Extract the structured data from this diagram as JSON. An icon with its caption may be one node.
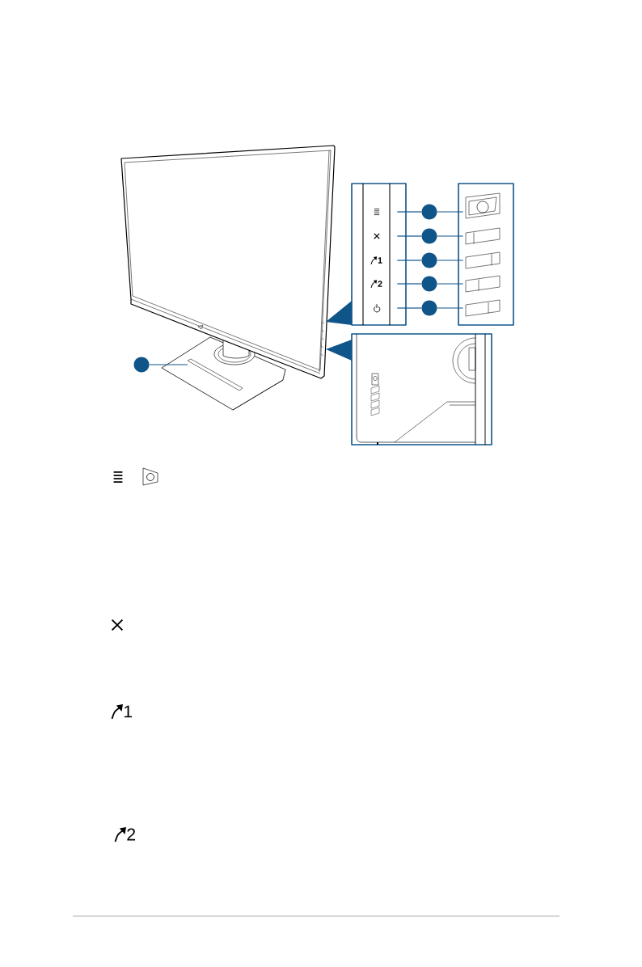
{
  "diagram": {
    "nodes": [
      {
        "text": [],
        "shape": "icon"
      },
      {
        "text": [],
        "shape": "icon"
      },
      {
        "text": [
          "1"
        ]
      },
      {
        "text": [
          "2"
        ]
      },
      {
        "text": [],
        "shape": "icon"
      },
      {
        "text": [],
        "shape": "circle"
      },
      {
        "text": [],
        "shape": "circle"
      },
      {
        "text": [],
        "shape": "circle"
      },
      {
        "text": [],
        "shape": "circle"
      },
      {
        "text": [],
        "shape": "circle"
      },
      {
        "text": [],
        "shape": "picture"
      },
      {
        "text": [],
        "shape": "picture"
      },
      {
        "text": [],
        "shape": "picture"
      },
      {
        "text": [],
        "shape": "picture"
      },
      {
        "text": [],
        "shape": "picture"
      },
      {
        "text": [],
        "shape": "circle"
      }
    ],
    "edges": [
      {
        "from": 0,
        "to": 5,
        "arrow": "none"
      },
      {
        "from": 5,
        "to": 10,
        "arrow": "none"
      },
      {
        "from": 1,
        "to": 6,
        "arrow": "none"
      },
      {
        "from": 6,
        "to": 11,
        "arrow": "none"
      },
      {
        "from": 2,
        "to": 7,
        "arrow": "none"
      },
      {
        "from": 7,
        "to": 12,
        "arrow": "none"
      },
      {
        "from": 3,
        "to": 8,
        "arrow": "none"
      },
      {
        "from": 8,
        "to": 13,
        "arrow": "none"
      },
      {
        "from": 4,
        "to": 9,
        "arrow": "none"
      },
      {
        "from": 9,
        "to": 14,
        "arrow": "none"
      },
      {
        "from": 15,
        "to": null,
        "arrow": "none"
      }
    ],
    "labels": [
      "1",
      "2"
    ]
  }
}
